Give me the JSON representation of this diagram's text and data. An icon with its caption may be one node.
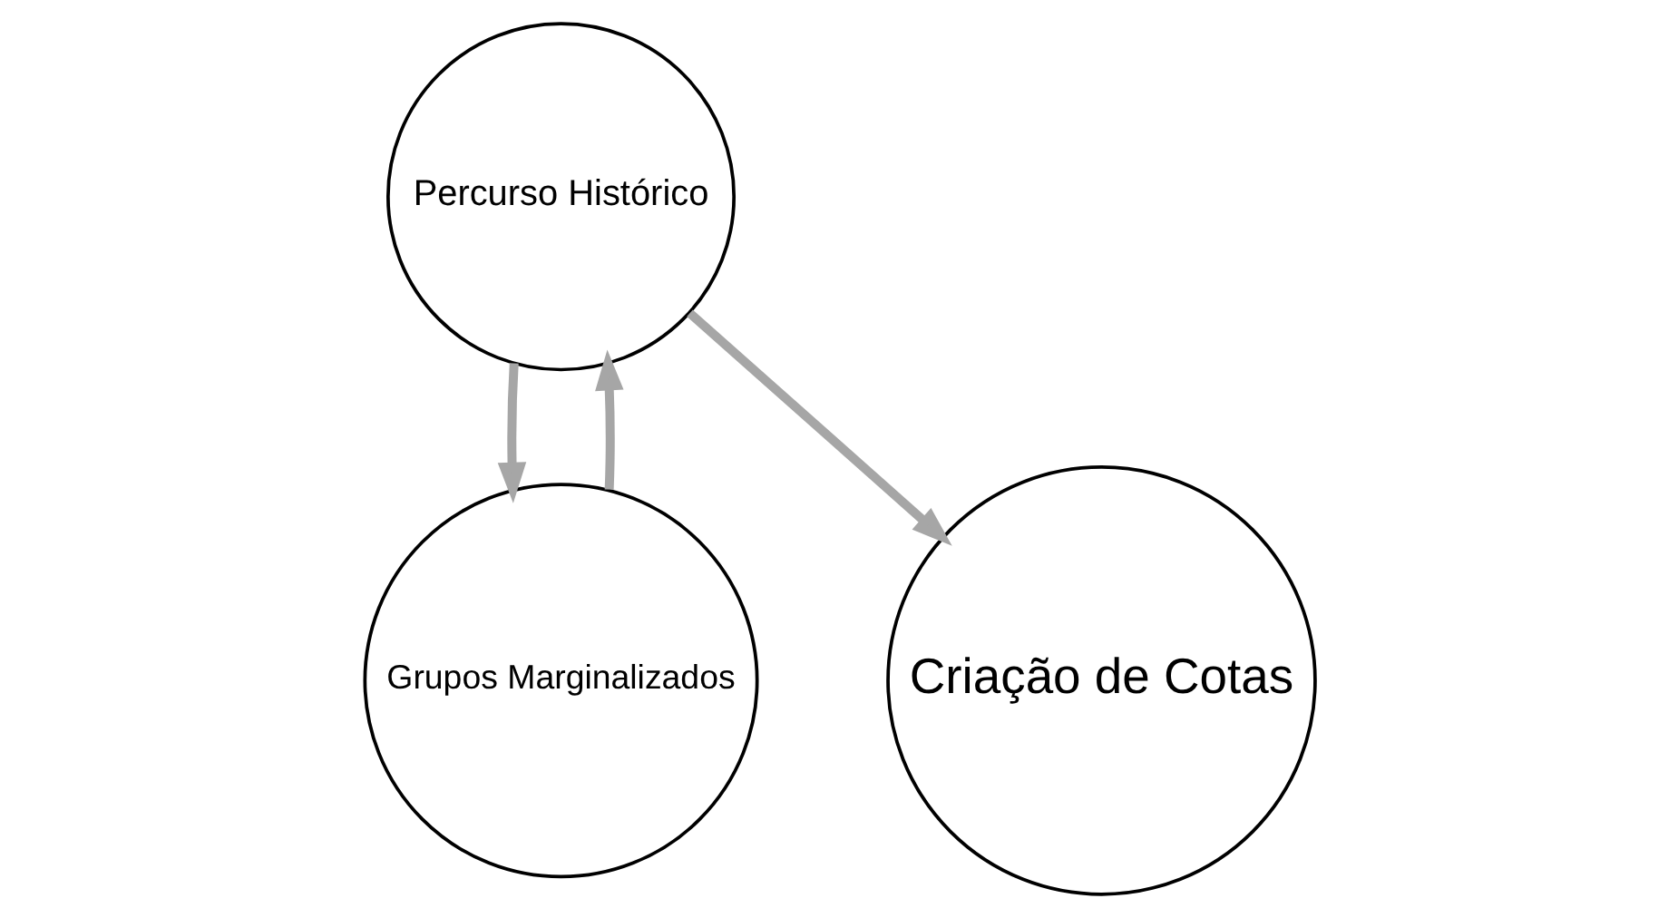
{
  "diagram": {
    "nodes": [
      {
        "text": [
          "Percurso Histórico"
        ]
      },
      {
        "text": [
          "Grupos Marginalizados"
        ]
      },
      {
        "text": [
          "Criação de Cotas"
        ]
      }
    ],
    "edges": [
      {
        "from": 1,
        "to": 0,
        "arrow": "to"
      },
      {
        "from": 0,
        "to": 1,
        "arrow": "to"
      },
      {
        "from": 0,
        "to": 2,
        "arrow": "to"
      }
    ]
  }
}
